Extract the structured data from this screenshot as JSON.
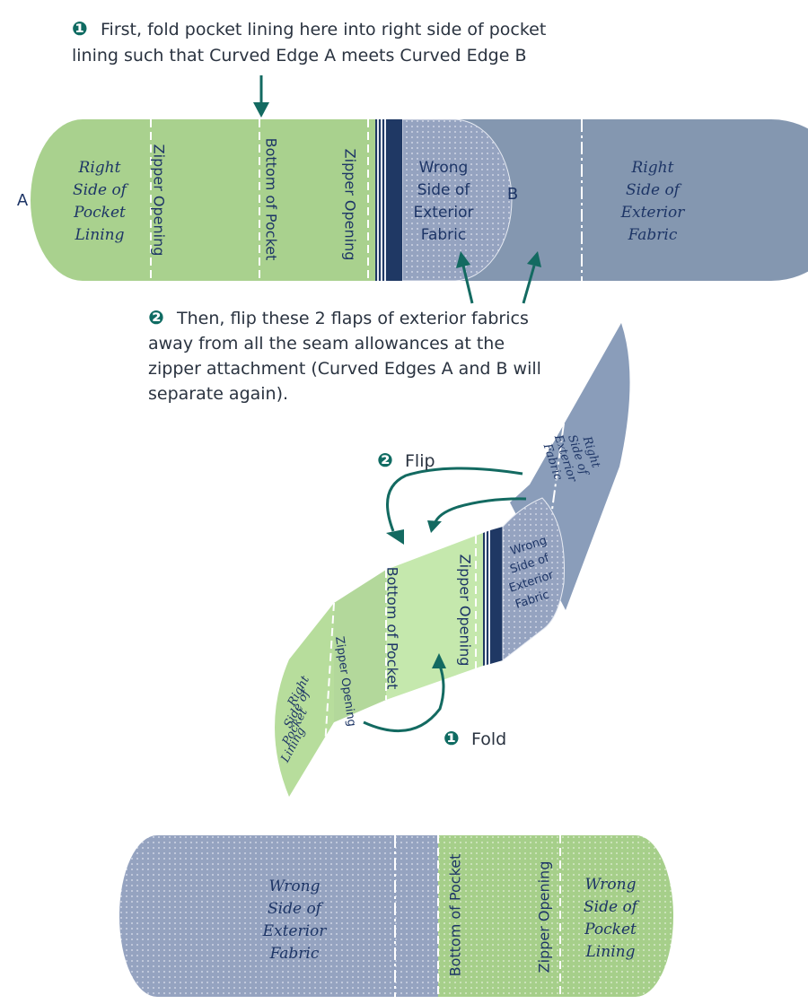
{
  "step1_note": {
    "number": "❶",
    "line1": "First, fold pocket lining here into right side of pocket",
    "line2": "lining such that Curved Edge A meets Curved Edge B"
  },
  "step2_note": {
    "number": "❷",
    "line1": "Then, flip these 2 flaps of exterior fabrics",
    "line2": "away from all the seam allowances at the",
    "line3": "zipper attachment (Curved Edges A and B will",
    "line4": "separate again)."
  },
  "top_strip": {
    "edge_a": "A",
    "edge_b": "B",
    "lining_label": [
      "Right",
      "Side of",
      "Pocket",
      "Lining"
    ],
    "zipper_opening_left": "Zipper Opening",
    "bottom_of_pocket": "Bottom of Pocket",
    "zipper_opening_right": "Zipper Opening",
    "wrong_side_label": [
      "Wrong",
      "Side of",
      "Exterior",
      "Fabric"
    ],
    "right_side_label": [
      "Right",
      "Side of",
      "Exterior",
      "Fabric"
    ]
  },
  "middle_diagram": {
    "flip_number": "❷",
    "flip_label": "Flip",
    "fold_number": "❶",
    "fold_label": "Fold",
    "lining_label": [
      "Right",
      "Side of",
      "Pocket",
      "Lining"
    ],
    "zipper_opening_left": "Zipper Opening",
    "bottom_of_pocket": "Bottom of Pocket",
    "zipper_opening_right": "Zipper Opening",
    "wrong_side_label": [
      "Wrong",
      "Side of",
      "Exterior",
      "Fabric"
    ],
    "right_side_label": [
      "Right",
      "Side of",
      "Exterior",
      "Fabric"
    ]
  },
  "bottom_strip": {
    "wrong_exterior_label": [
      "Wrong",
      "Side of",
      "Exterior",
      "Fabric"
    ],
    "bottom_of_pocket": "Bottom of Pocket",
    "zipper_opening": "Zipper Opening",
    "wrong_lining_label": [
      "Wrong",
      "Side of",
      "Pocket",
      "Lining"
    ]
  },
  "colors": {
    "lining_green": "#a9d18e",
    "lining_light_green": "#c5e0b4",
    "exterior_blue": "#8497b0",
    "exterior_wrong": "#9aa8c5",
    "zipper_navy": "#1f3864",
    "accent_teal": "#136a61",
    "label_text": "#1d3566"
  }
}
